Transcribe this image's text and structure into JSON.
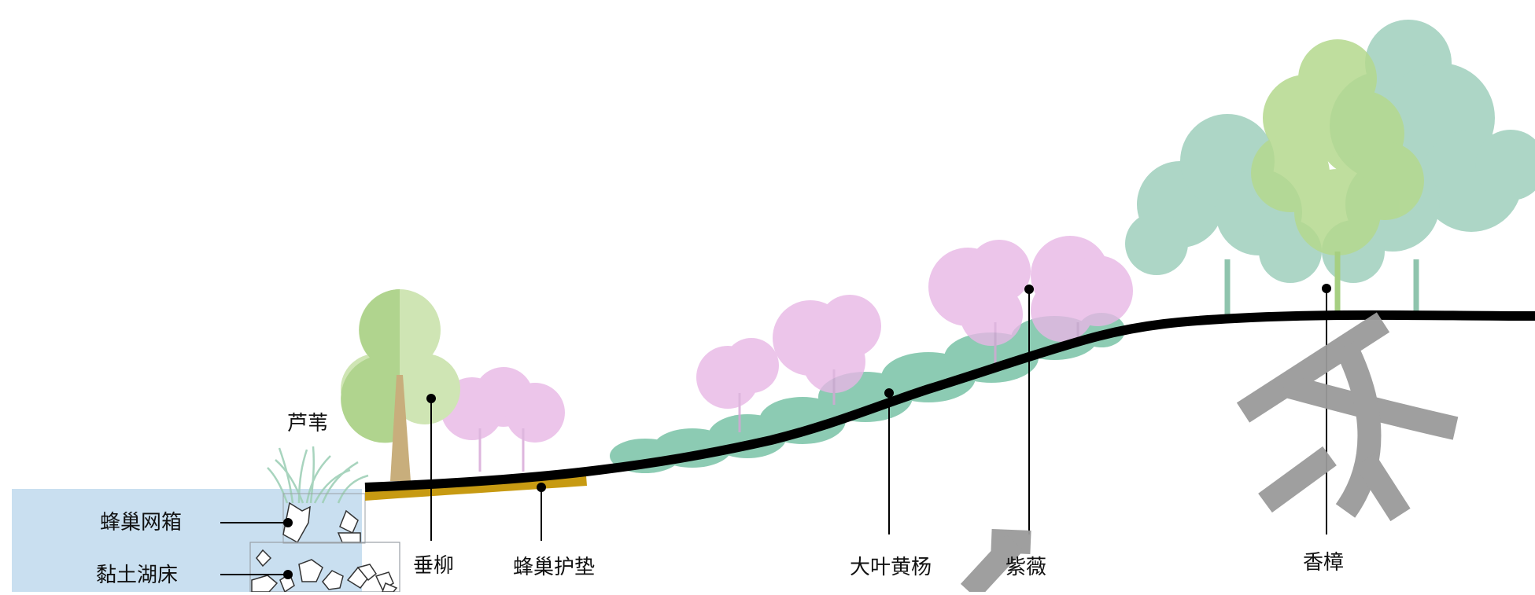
{
  "labels": {
    "reed": "芦苇",
    "honeycomb_cage": "蜂巢网箱",
    "clay_lakebed": "黏土湖床",
    "weeping_willow": "垂柳",
    "honeycomb_mat": "蜂巢护垫",
    "boxwood": "大叶黄杨",
    "crape_myrtle": "紫薇",
    "camphor": "香樟"
  },
  "colors": {
    "water": "#c9dff0",
    "ground_line": "#000000",
    "mat": "#c79a12",
    "pink_tree": "#e8b7e6",
    "green_shrub": "#79c3a6",
    "teal_tree": "#9fcfbd",
    "light_green_tree": "#b5d98e",
    "willow_light": "#cfe5b4",
    "willow_dark": "#b0d48e",
    "trunk": "#c8ae7c",
    "watermark": "#9a9a9a"
  },
  "icons": {
    "reed": "reed-grass-icon",
    "willow": "willow-tree-icon",
    "pink": "flowering-tree-icon",
    "shrub": "shrub-icon",
    "camphor": "camphor-tree-icon",
    "stone": "stone-icon"
  }
}
